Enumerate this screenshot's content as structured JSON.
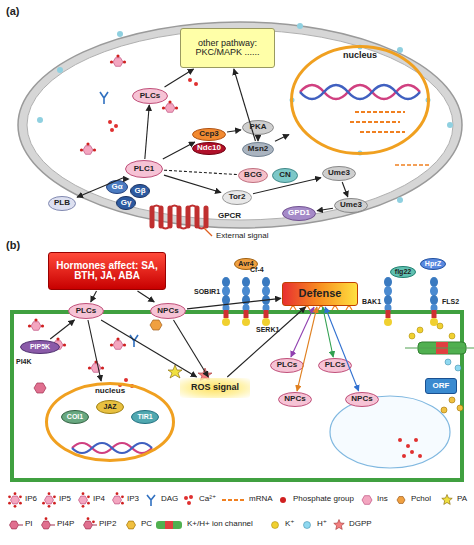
{
  "diagram": {
    "nodes": [
      {
        "text": [
          "other pathway: PKC/MAPK ......"
        ]
      },
      {
        "text": [
          "nucleus"
        ]
      },
      {
        "text": [
          "PLCs"
        ]
      },
      {
        "text": [
          "PLC1"
        ]
      },
      {
        "text": [
          "Cep3"
        ]
      },
      {
        "text": [
          "Ndc10"
        ]
      },
      {
        "text": [
          "PKA"
        ]
      },
      {
        "text": [
          "Msn2"
        ]
      },
      {
        "text": [
          "BCG"
        ]
      },
      {
        "text": [
          "CN"
        ]
      },
      {
        "text": [
          "PLB"
        ]
      },
      {
        "text": [
          "Tor2"
        ]
      },
      {
        "text": [
          "Ume3"
        ]
      },
      {
        "text": [
          "Ume3"
        ]
      },
      {
        "text": [
          "GPD1"
        ]
      },
      {
        "text": [
          "Gα"
        ]
      },
      {
        "text": [
          "Gβ"
        ]
      },
      {
        "text": [
          "Gγ"
        ]
      },
      {
        "text": [
          "Hormones affect: SA, BTH, JA, ABA"
        ]
      },
      {
        "text": [
          "PLCs"
        ]
      },
      {
        "text": [
          "NPCs"
        ]
      },
      {
        "text": [
          "PIP5K"
        ]
      },
      {
        "text": [
          "Defense"
        ]
      },
      {
        "text": [
          "ROS signal"
        ]
      },
      {
        "text": [
          "nucleus"
        ]
      },
      {
        "text": [
          "COI1"
        ],
        "in": 24
      },
      {
        "text": [
          "JAZ"
        ],
        "in": 24
      },
      {
        "text": [
          "TIR1"
        ],
        "in": 24
      },
      {
        "text": [
          "PLCs"
        ]
      },
      {
        "text": [
          "PLCs"
        ]
      },
      {
        "text": [
          "NPCs"
        ]
      },
      {
        "text": [
          "NPCs"
        ]
      },
      {
        "text": [
          "ORF"
        ]
      },
      {
        "text": [
          "Avr4"
        ]
      },
      {
        "text": [
          "flg22"
        ]
      },
      {
        "text": [
          "HprZ"
        ]
      }
    ],
    "edges": [
      {
        "from": 3,
        "to": 2,
        "arrow": "to"
      },
      {
        "from": 2,
        "to": 0,
        "arrow": "to"
      },
      {
        "from": 3,
        "to": 4,
        "arrow": "to"
      },
      {
        "from": 4,
        "to": 6,
        "arrow": "to"
      },
      {
        "from": 6,
        "to": 7,
        "arrow": "to"
      },
      {
        "from": 7,
        "to": 0,
        "arrow": "to"
      },
      {
        "from": 7,
        "to": 1,
        "arrow": "to"
      },
      {
        "from": 3,
        "to": 8,
        "arrow": "none"
      },
      {
        "from": 3,
        "to": 10,
        "arrow": "to"
      },
      {
        "from": 15,
        "to": 3,
        "arrow": "to"
      },
      {
        "from": 3,
        "to": 11,
        "arrow": "to"
      },
      {
        "from": 11,
        "to": 12,
        "arrow": "to"
      },
      {
        "from": 12,
        "to": 13,
        "arrow": "to"
      },
      {
        "from": 13,
        "to": 14,
        "arrow": "to"
      },
      {
        "from": 18,
        "to": 19,
        "arrow": "to"
      },
      {
        "from": 18,
        "to": 20,
        "arrow": "to"
      },
      {
        "from": 21,
        "to": 19,
        "arrow": "to"
      },
      {
        "from": 19,
        "to": 24,
        "arrow": "to"
      },
      {
        "from": 19,
        "to": 23,
        "arrow": "to"
      },
      {
        "from": 20,
        "to": 23,
        "arrow": "to"
      },
      {
        "from": 23,
        "to": 22,
        "arrow": "to"
      },
      {
        "from": 22,
        "to": 28,
        "arrow": "both"
      },
      {
        "from": 22,
        "to": 29,
        "arrow": "both"
      },
      {
        "from": 22,
        "to": 30,
        "arrow": "both"
      },
      {
        "from": 22,
        "to": 31,
        "arrow": "both"
      },
      {
        "from": 20,
        "to": 22,
        "arrow": "to"
      }
    ],
    "labels": [
      "(a)",
      "GPCR",
      "External signal",
      "(b)",
      "PI4K",
      "SOBIR1",
      "Cf-4",
      "SERK1",
      "BAK1",
      "FLS2"
    ],
    "legend": [
      {
        "text": "IP6"
      },
      {
        "text": "IP5"
      },
      {
        "text": "IP4"
      },
      {
        "text": "IP3"
      },
      {
        "text": "DAG"
      },
      {
        "text": "Ca²⁺"
      },
      {
        "text": "mRNA"
      },
      {
        "text": "Phosphate group"
      },
      {
        "text": "Ins"
      },
      {
        "text": "Pchol"
      },
      {
        "text": "PA"
      },
      {
        "text": "PI"
      },
      {
        "text": "PI4P"
      },
      {
        "text": "PIP2"
      },
      {
        "text": "PC"
      },
      {
        "text": "K+/H+ ion channel"
      },
      {
        "text": "K⁺"
      },
      {
        "text": "H⁺"
      },
      {
        "text": "DGPP"
      }
    ]
  }
}
